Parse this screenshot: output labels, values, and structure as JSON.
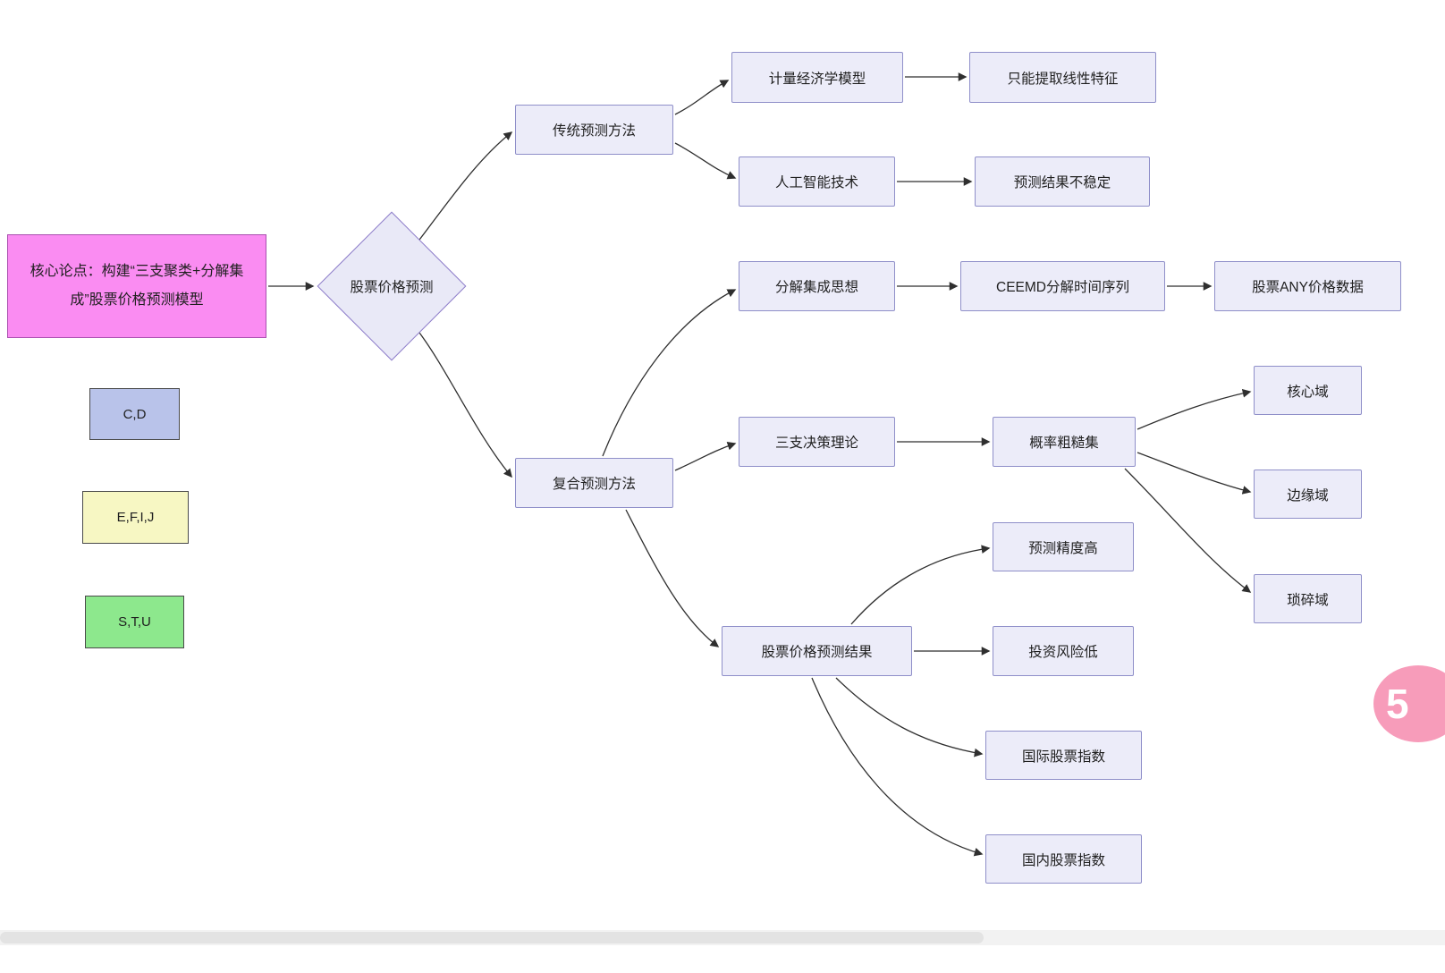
{
  "nodes": {
    "root": {
      "label": "核心论点：构建“三支聚类+分解集成”股票价格预测模型"
    },
    "decision": {
      "label": "股票价格预测"
    },
    "traditional": {
      "label": "传统预测方法"
    },
    "econometric": {
      "label": "计量经济学模型"
    },
    "linear_only": {
      "label": "只能提取线性特征"
    },
    "ai": {
      "label": "人工智能技术"
    },
    "unstable": {
      "label": "预测结果不稳定"
    },
    "composite": {
      "label": "复合预测方法"
    },
    "decomposition": {
      "label": "分解集成思想"
    },
    "ceemd": {
      "label": "CEEMD分解时间序列"
    },
    "any_price": {
      "label": "股票ANY价格数据"
    },
    "three_way": {
      "label": "三支决策理论"
    },
    "rough_set": {
      "label": "概率粗糙集"
    },
    "core_region": {
      "label": "核心域"
    },
    "boundary_region": {
      "label": "边缘域"
    },
    "trivial_region": {
      "label": "琐碎域"
    },
    "high_accuracy": {
      "label": "预测精度高"
    },
    "result": {
      "label": "股票价格预测结果"
    },
    "low_risk": {
      "label": "投资风险低"
    },
    "intl_index": {
      "label": "国际股票指数"
    },
    "domestic_index": {
      "label": "国内股票指数"
    }
  },
  "legend": {
    "items": [
      {
        "label": "C,D",
        "color": "#b9c3ea"
      },
      {
        "label": "E,F,I,J",
        "color": "#f7f7c3"
      },
      {
        "label": "S,T,U",
        "color": "#8de88d"
      }
    ]
  },
  "badge": {
    "label": "5"
  },
  "colors": {
    "root_fill": "#fa8cf2",
    "root_border": "#a94fae",
    "node_fill": "#ececf9",
    "node_border": "#8f8fc9",
    "diamond_fill": "#e9e9f7",
    "diamond_border": "#8d7cc9",
    "edge": "#2f2f2f",
    "badge_fill": "#f79cba"
  }
}
